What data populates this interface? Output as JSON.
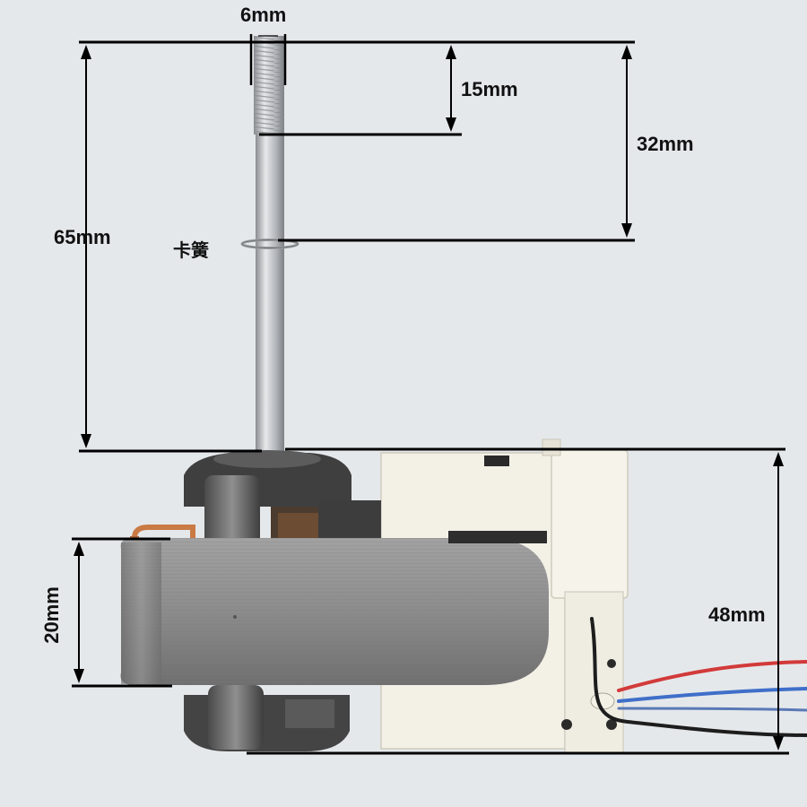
{
  "dimensions": {
    "shaft_thread_diameter": "6mm",
    "thread_length": "15mm",
    "clip_distance": "32mm",
    "shaft_length": "65mm",
    "circlip_label": "卡簧",
    "core_thickness": "20mm",
    "motor_height": "48mm"
  },
  "colors": {
    "background": "#e9ecef",
    "shaft": "#b9bcc0",
    "steel_core": "#8f8f8f",
    "bracket": "#f2efe6",
    "copper_coil": "#c97a45",
    "dimension_line": "#000000",
    "wire_red": "#d23a3a",
    "wire_blue": "#3f6fc9",
    "wire_black": "#1d1d1d"
  }
}
